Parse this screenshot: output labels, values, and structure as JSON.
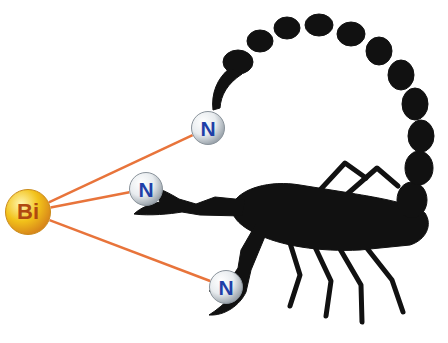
{
  "diagram": {
    "nodes": [
      {
        "text": [
          "Bi"
        ]
      },
      {
        "text": [
          "N"
        ]
      },
      {
        "text": [
          "N"
        ]
      },
      {
        "text": [
          "N"
        ]
      }
    ],
    "edges": [
      {
        "from": 0,
        "to": 1,
        "arrow": "none"
      },
      {
        "from": 0,
        "to": 2,
        "arrow": "none"
      },
      {
        "from": 0,
        "to": 3,
        "arrow": "none"
      }
    ]
  }
}
